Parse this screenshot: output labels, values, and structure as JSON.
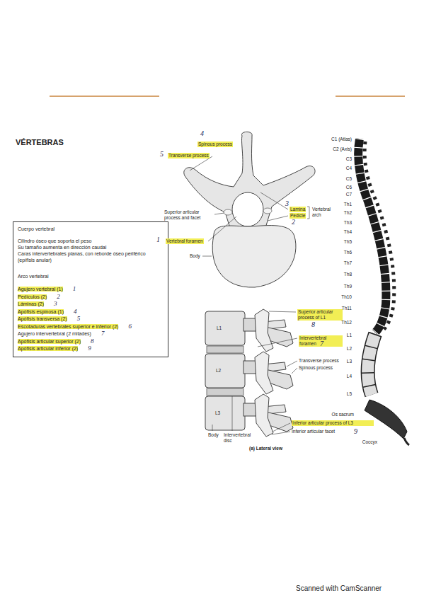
{
  "diagram": {
    "title": "VÉRTEBRAS",
    "nodes": [
      {
        "text": [
          "Cuerpo vertebral",
          "Cilindro óseo que soporta el peso",
          "Su tamaño aumenta en dirección caudal",
          "Caras intervertebrales planas, con reborde óseo periférico (epífisis anular)",
          "Arco vertebral",
          "Agujero vertebral (1)",
          "1",
          "Pedículos (2)",
          "2",
          "Láminas (2)",
          "3",
          "Apófisis espinosa (1)",
          "4",
          "Apófisis transversa (2)",
          "5",
          "Escotaduras vertebrales superior e inferior (2)",
          "6",
          "Agujero intervertebral (2 mitades)",
          "7",
          "Apófisis articular superior (2)",
          "8",
          "Apófisis articular inferior (2)",
          "9"
        ]
      }
    ],
    "labels": [
      "4",
      "Spinous process",
      "5",
      "Transverse process",
      "3",
      "Lamina",
      "Pedicle",
      "2",
      "Vertebral arch",
      "Superior articular process and facet",
      "1",
      "Vertebral foramen",
      "Body",
      "L1",
      "L2",
      "L3",
      "Superior articular process of L1",
      "8",
      "Intervertebral foramen",
      "7",
      "Transverse process",
      "Spinous process",
      "Inferior articular process of L3",
      "9",
      "Inferior articular facet",
      "Body",
      "Intervertebral disc",
      "(a) Lateral view",
      "C1 (Atlas)",
      "C2 (Axis)",
      "C3",
      "C4",
      "C5",
      "C6",
      "C7",
      "Th1",
      "Th2",
      "Th3",
      "Th4",
      "Th5",
      "Th6",
      "Th7",
      "Th8",
      "Th9",
      "Th10",
      "Th11",
      "Th12",
      "L1",
      "L2",
      "L3",
      "L4",
      "L5",
      "Os sacrum",
      "Coccyx",
      "Scanned with CamScanner"
    ]
  }
}
